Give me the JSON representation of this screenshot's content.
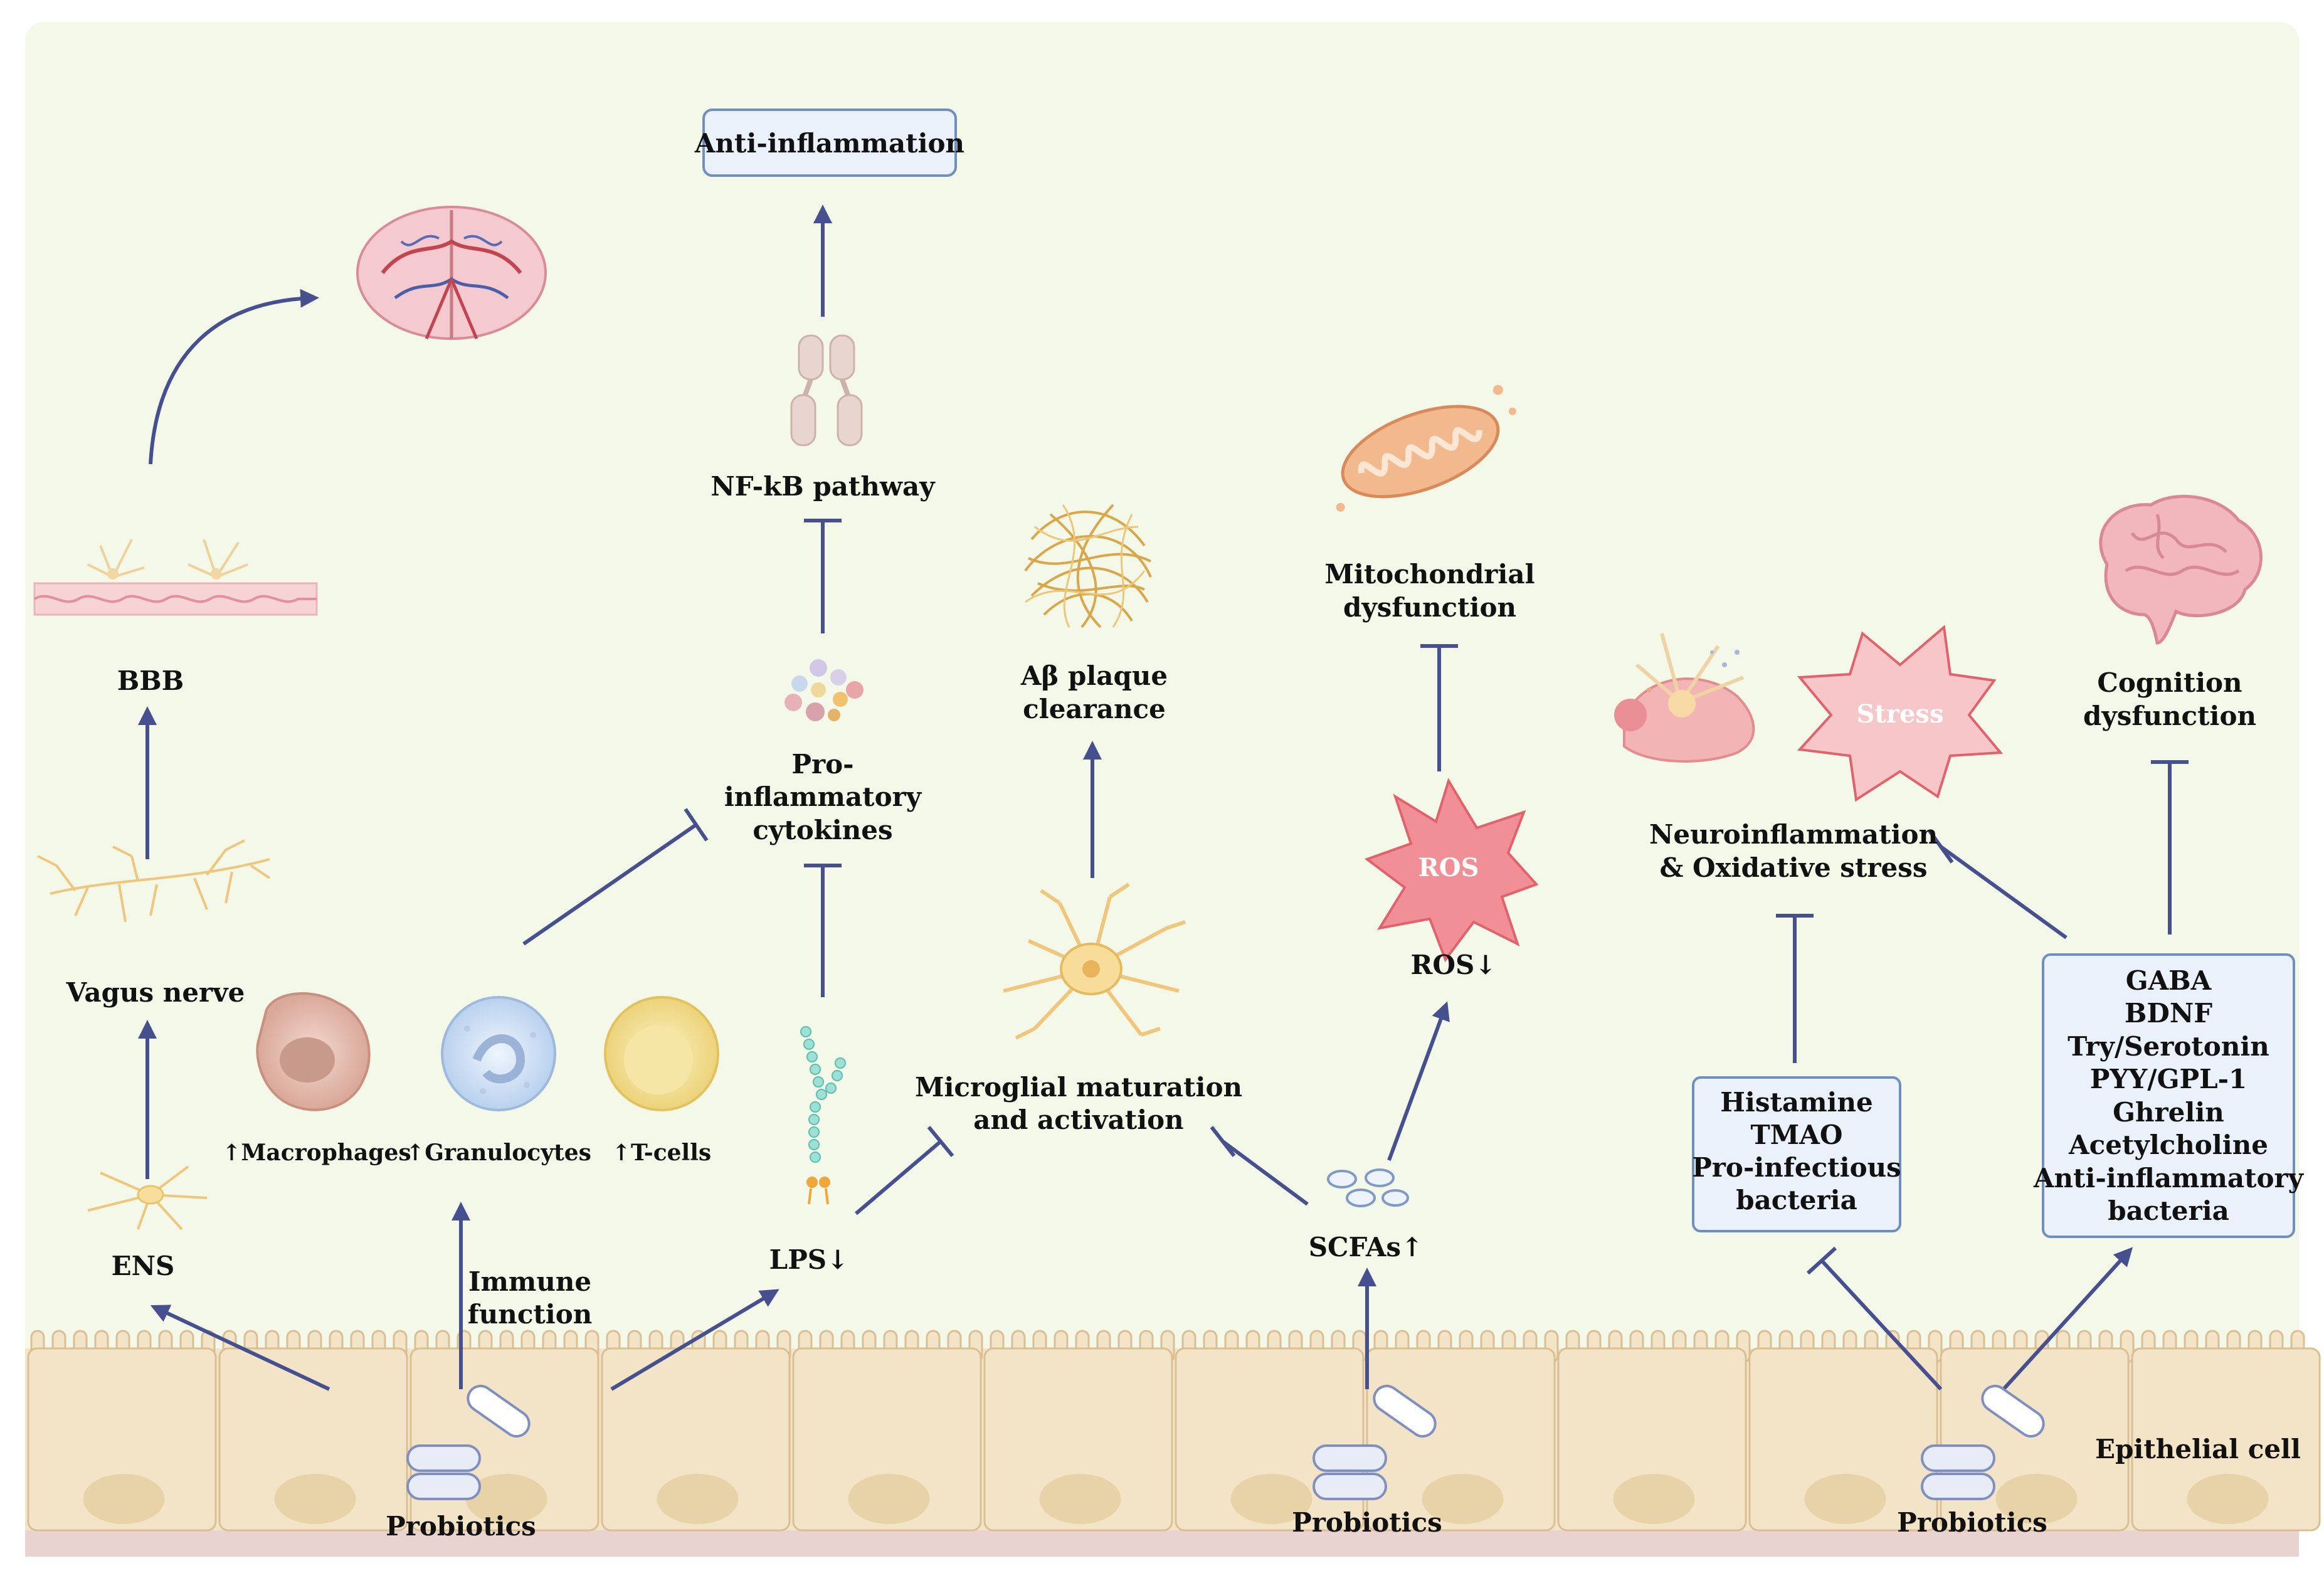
{
  "colors": {
    "background": "#f4f8e8",
    "arrow": "#46508e",
    "box_fill": "#eaf1fb",
    "box_stroke": "#6f8fc0",
    "epithelium": "#f3e4c7",
    "epithelium_outline": "#d9bf93",
    "nucleus": "#e8d2a8"
  },
  "labels": {
    "anti_inflammation": "Anti-inflammation",
    "nfkb": "NF-kB pathway",
    "pro_inflammatory": [
      "Pro-",
      "inflammatory",
      "cytokines"
    ],
    "abeta": [
      "Aβ plaque",
      "clearance"
    ],
    "mitochondrial": [
      "Mitochondrial",
      "dysfunction"
    ],
    "ros_star": "ROS",
    "ros_down": "ROS↓",
    "stress": "Stress",
    "neuroinflammation": [
      "Neuroinflammation",
      "& Oxidative stress"
    ],
    "cognition": [
      "Cognition",
      "dysfunction"
    ],
    "bbb": "BBB",
    "vagus": "Vagus nerve",
    "ens": "ENS",
    "macrophages": "↑Macrophages",
    "granulocytes": "↑Granulocytes",
    "tcells": "↑T-cells",
    "immune": [
      "Immune",
      "function"
    ],
    "lps": "LPS↓",
    "microglial": [
      "Microglial maturation",
      "and activation"
    ],
    "scfas": "SCFAs↑",
    "histamine_box": [
      "Histamine",
      "TMAO",
      "Pro-infectious",
      "bacteria"
    ],
    "gaba_box": [
      "GABA",
      "BDNF",
      "Try/Serotonin",
      "PYY/GPL-1",
      "Ghrelin",
      "Acetylcholine",
      "Anti-inflammatory",
      "bacteria"
    ],
    "probiotics_1": "Probiotics",
    "probiotics_2": "Probiotics",
    "probiotics_3": "Probiotics",
    "epithelial": "Epithelial cell"
  },
  "icons": {
    "brain_vessels": "brain-vascular-icon",
    "receptor": "receptor-icon",
    "cytokines": "cytokine-cluster-icon",
    "plaque": "amyloid-plaque-icon",
    "mitochondrion": "mitochondrion-icon",
    "brain": "brain-icon",
    "neuron_damage": "damaged-neuron-icon",
    "bbb_layer": "blood-brain-barrier-icon",
    "vagus": "vagus-nerve-icon",
    "ens_neuron": "enteric-neuron-icon",
    "macrophage": "macrophage-icon",
    "granulocyte": "granulocyte-icon",
    "tcell": "t-cell-icon",
    "lps": "lps-molecule-icon",
    "microglia": "microglia-icon",
    "scfa": "scfa-molecules-icon",
    "probiotic": "probiotic-capsule-icon"
  }
}
